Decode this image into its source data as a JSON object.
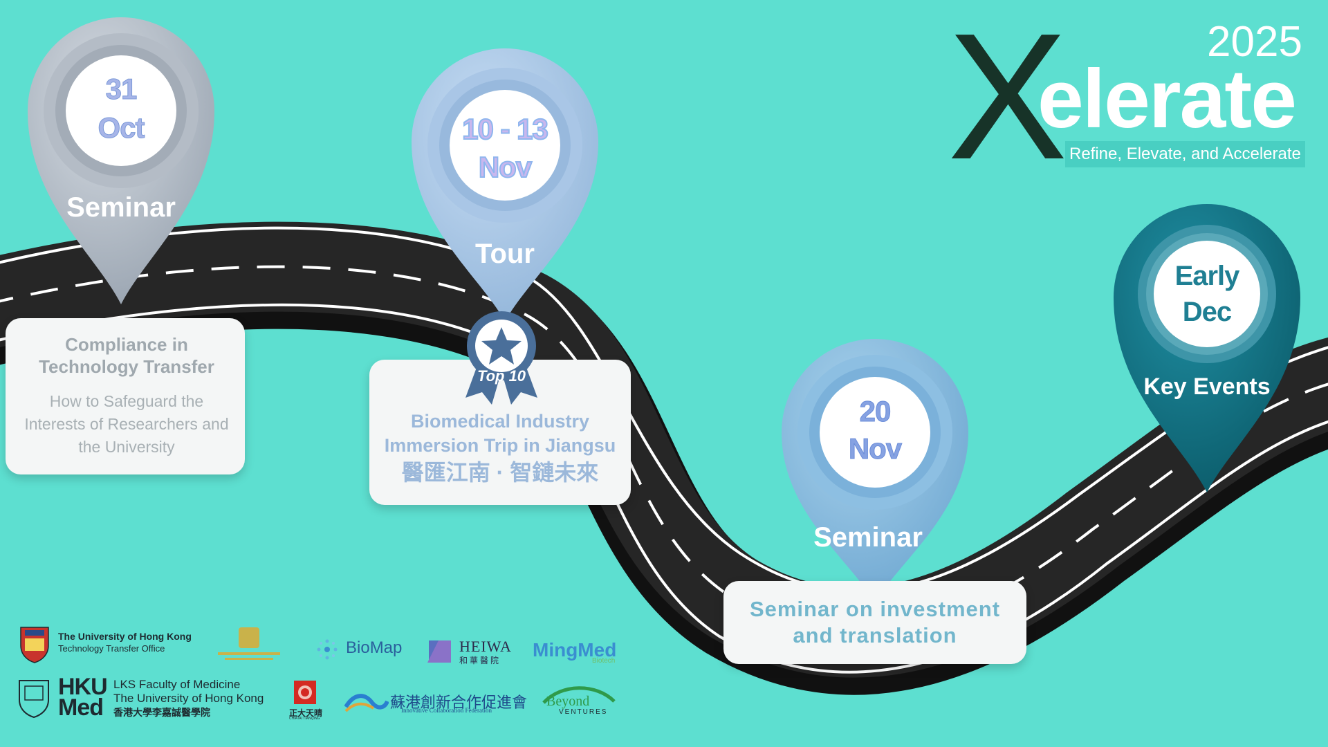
{
  "brand": {
    "x_letter": "X",
    "word": "elerate",
    "year": "2025",
    "tagline": "Refine, Elevate, and Accelerate",
    "colors": {
      "background": "#5ddfd0",
      "dark": "#173328",
      "white": "#ffffff"
    }
  },
  "timeline": {
    "events": [
      {
        "date_line1": "31",
        "date_line2": "Oct",
        "type": "Seminar",
        "title": "Compliance in Technology Transfer",
        "subtitle": "How to Safeguard the Interests of Researchers and the University"
      },
      {
        "date_line1": "10 - 13",
        "date_line2": "Nov",
        "type": "Tour",
        "title": "Biomedical Industry Immersion Trip in Jiangsu",
        "title_zh": "醫匯江南 · 智鏈未來",
        "badge": "Top 10"
      },
      {
        "date_line1": "20",
        "date_line2": "Nov",
        "type": "Seminar",
        "title": "Seminar on investment and translation"
      },
      {
        "date_line1": "Early",
        "date_line2": "Dec",
        "type": "Key Events"
      }
    ]
  },
  "partners": {
    "hku_tto": {
      "line1": "The University of Hong Kong",
      "line2": "Technology Transfer Office"
    },
    "biomap": "BioMap",
    "heiwa": {
      "name": "HEIWA",
      "zh": "和華醫院"
    },
    "mingmed": {
      "name": "MingMed",
      "sub": "Biotech"
    },
    "hku_med": {
      "mark1": "HKU",
      "mark2": "Med",
      "line1": "LKS Faculty of Medicine",
      "line2": "The University of Hong Kong",
      "line3": "香港大學李嘉誠醫學院"
    },
    "chiatai": {
      "zh": "正大天晴",
      "en": "CHIATAI TIANQING"
    },
    "jshk": {
      "zh": "蘇港創新合作促進會",
      "en": "Innovative Collaboration Federation"
    },
    "beyond": {
      "name": "Beyond",
      "sub": "VENTURES"
    }
  }
}
